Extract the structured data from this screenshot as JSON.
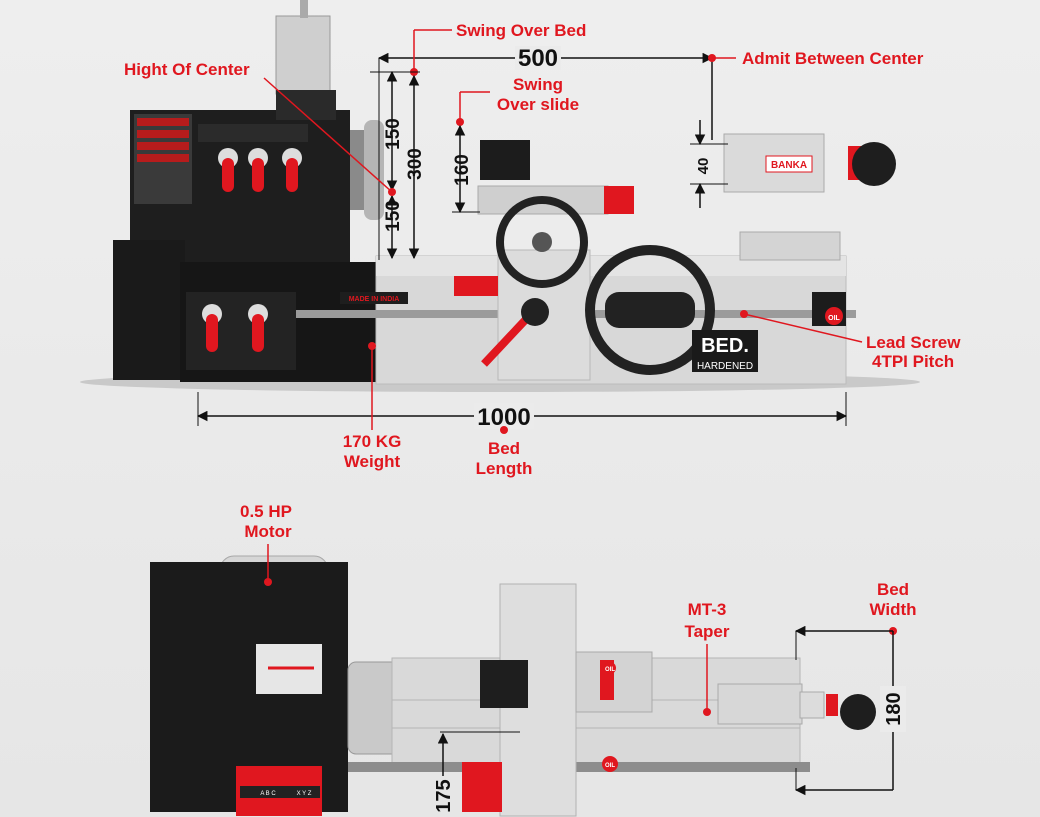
{
  "labels": {
    "swing_over_bed": "Swing Over Bed",
    "admit_between_center": "Admit Between Center",
    "hight_of_center": "Hight Of Center",
    "swing_over_slide_1": "Swing",
    "swing_over_slide_2": "Over slide",
    "lead_screw_1": "Lead Screw",
    "lead_screw_2": "4TPI Pitch",
    "weight_1": "170 KG",
    "weight_2": "Weight",
    "bed_length_1": "Bed",
    "bed_length_2": "Length",
    "motor_1": "0.5 HP",
    "motor_2": "Motor",
    "taper_1": "MT-3",
    "taper_2": "Taper",
    "bed_width_1": "Bed",
    "bed_width_2": "Width"
  },
  "dimensions": {
    "admit_between": "500",
    "height_top": "150",
    "height_bottom": "150",
    "swing_bed": "300",
    "swing_slide": "160",
    "tailstock": "40",
    "bed_length": "1000",
    "bed_width": "180",
    "cross_slide": "175"
  },
  "machine_text": {
    "made_in_india": "MADE IN INDIA",
    "bed_brand": "BED.",
    "hardened": "HARDENED",
    "banka": "BANKA",
    "oil": "OIL",
    "oil_2": "OIL",
    "oil_3": "OIL",
    "gear_labels": "A B C",
    "gear_labels_2": "X Y Z"
  },
  "colors": {
    "accent": "#e0171f",
    "machine_dark": "#1c1c1c",
    "machine_light": "#d9d9d9"
  }
}
